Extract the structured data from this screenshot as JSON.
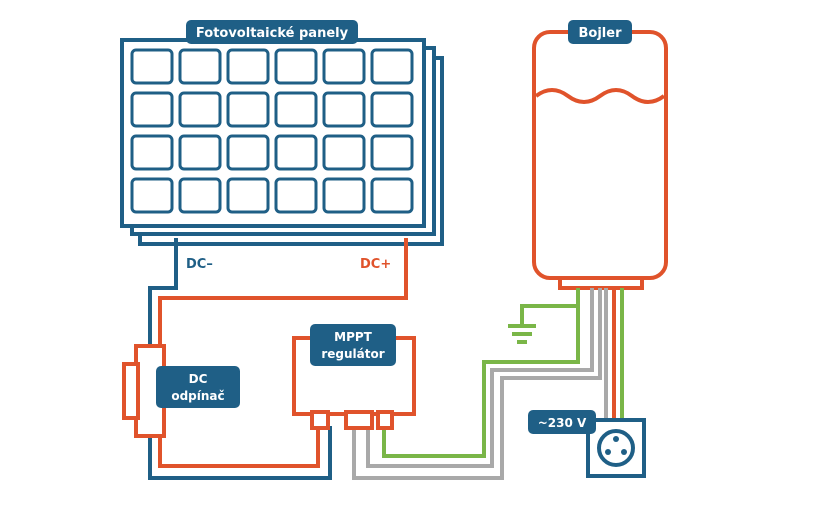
{
  "labels": {
    "panels": "Fotovoltaické panely",
    "boiler": "Bojler",
    "dc_minus": "DC–",
    "dc_plus": "DC+",
    "mppt_line1": "MPPT",
    "mppt_line2": "regulátor",
    "switch_line1": "DC",
    "switch_line2": "odpínač",
    "mains": "~230 V"
  },
  "colors": {
    "blue": "#1f5f86",
    "orange": "#e0532b",
    "green": "#7ab648",
    "gray": "#a9a9a9",
    "label_bg": "#1f5f86",
    "label_text": "#ffffff"
  },
  "icons": {
    "ground": "ground-symbol-icon",
    "socket": "power-socket-icon"
  }
}
